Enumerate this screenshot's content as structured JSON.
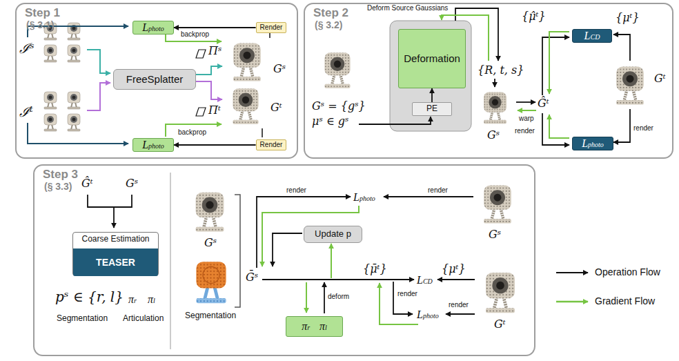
{
  "diagram": {
    "nodes": [
      {
        "text": [
          "Step 1",
          "(§ 3.1)"
        ]
      },
      {
        "text": [
          "Lphoto"
        ],
        "in": 0
      },
      {
        "text": [
          "Render"
        ],
        "in": 0
      },
      {
        "text": [
          "FreeSplatter"
        ],
        "in": 0
      },
      {
        "text": [
          "Lphoto"
        ],
        "in": 0
      },
      {
        "text": [
          "Render"
        ],
        "in": 0
      },
      {
        "text": [
          "Step 2",
          "(§ 3.2)"
        ]
      },
      {
        "text": [
          "Deformation"
        ],
        "in": 6
      },
      {
        "text": [
          "PE"
        ],
        "in": 6
      },
      {
        "text": [
          "LCD"
        ],
        "in": 6
      },
      {
        "text": [
          "Lphoto"
        ],
        "in": 6
      },
      {
        "text": [
          "Step 3",
          "(§ 3.3)"
        ]
      },
      {
        "text": [
          "Coarse Estimation"
        ],
        "in": 11
      },
      {
        "text": [
          "TEASER"
        ],
        "in": 12
      },
      {
        "text": [
          "Update p"
        ],
        "in": 11
      },
      {
        "text": [
          "πr",
          "πl"
        ],
        "in": 11
      }
    ],
    "edges": [
      {
        "from": 2,
        "to": 1,
        "arrow": "to"
      },
      {
        "from": 5,
        "to": 4,
        "arrow": "to"
      },
      {
        "from": 8,
        "to": 7,
        "arrow": "to"
      }
    ],
    "labels": [
      "backprop",
      "ℐˢ",
      "Πˢ",
      "Gˢ",
      "Gᵗ",
      "Πᵗ",
      "ℐᵗ",
      "backprop",
      "Deform Source Gaussians",
      "{R, t, s}",
      "Gˢ = {gˢ}",
      "μˢ ∈ gˢ",
      "Gˢ",
      "warp",
      "Ĝᵗ",
      "{μ̂ᵗ}",
      "{μᵗ}",
      "Gᵗ",
      "render",
      "render",
      "Ĝᵗ",
      "Gˢ",
      "pˢ ∈ {r, l}",
      "πr",
      "πl",
      "Segmentation",
      "Articulation",
      "Gˢ",
      "Segmentation",
      "render",
      "Lphoto",
      "render",
      "Gˢ",
      "Ḡˢ",
      "{μ̄ᵗ}",
      "LCD",
      "{μᵗ}",
      "Gᵗ",
      "render",
      "Lphoto",
      "render",
      "deform"
    ],
    "legend": [
      {
        "text": "Operation Flow"
      },
      {
        "text": "Gradient Flow"
      }
    ]
  }
}
